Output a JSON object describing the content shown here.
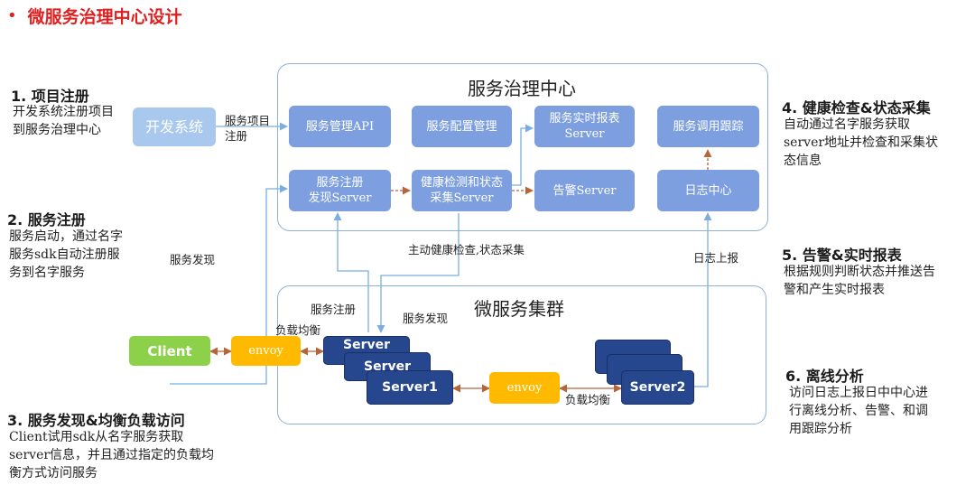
{
  "page_title": "微服务治理中心设计",
  "sections": {
    "s1": {
      "head": "1. 项目注册",
      "body": [
        "开发系统注册项目",
        "到服务治理中心"
      ]
    },
    "s2": {
      "head": "2. 服务注册",
      "body": [
        "服务启动，通过名字",
        "服务sdk自动注册服",
        "务到名字服务"
      ]
    },
    "s3": {
      "head": "3. 服务发现&均衡负载访问",
      "body": [
        "Client试用sdk从名字服务获取",
        "server信息，并且通过指定的负载均",
        "衡方式访问服务"
      ]
    },
    "s4": {
      "head": "4. 健康检查&状态采集",
      "body": [
        "自动通过名字服务获取",
        "server地址并检查和采集状",
        "态信息"
      ]
    },
    "s5": {
      "head": "5. 告警&实时报表",
      "body": [
        "根据规则判断状态并推送告",
        "警和产生实时报表"
      ]
    },
    "s6": {
      "head": "6. 离线分析",
      "body": [
        "访问日志上报日中中心进",
        "行离线分析、告警、和调",
        "用跟踪分析"
      ]
    }
  },
  "governance_center": {
    "title": "服务治理中心",
    "boxes": {
      "mgmt_api": "服务管理API",
      "config_mgmt": "服务配置管理",
      "realtime_report": [
        "服务实时报表",
        "Server"
      ],
      "call_trace": "服务调用跟踪",
      "registry": [
        "服务注册",
        "发现Server"
      ],
      "health": [
        "健康检测和状态",
        "采集Server"
      ],
      "alarm": "告警Server",
      "log_center": "日志中心"
    }
  },
  "dev_system": "开发系统",
  "cluster": {
    "title": "微服务集群",
    "client": "Client",
    "envoy_left": "envoy",
    "envoy_mid": "envoy",
    "server_back": "Server",
    "server_front": "Server",
    "server1": "Server1",
    "server2": "Server2"
  },
  "labels": {
    "project_register": [
      "服务项目",
      "注册"
    ],
    "service_discovery_left": "服务发现",
    "active_health": "主动健康检查,状态采集",
    "log_report": "日志上报",
    "service_register": "服务注册",
    "service_discovery_mid": "服务发现",
    "lb_top": "负载均衡",
    "lb_bottom": "负载均衡"
  },
  "colors": {
    "title": "#e02020",
    "box": "#7d9fe0",
    "dev_box": "#a8c8ee",
    "server": "#26468e",
    "envoy": "#ffba00",
    "client": "#8dd14b",
    "line_blue": "#7aaee0",
    "line_brown": "#b5653a"
  }
}
